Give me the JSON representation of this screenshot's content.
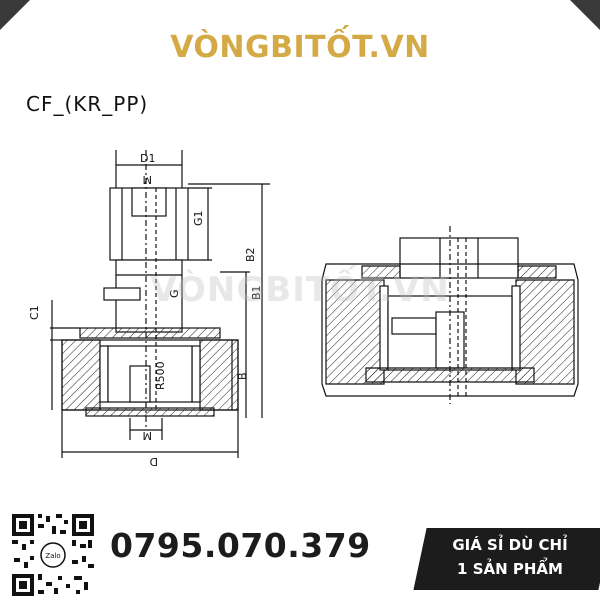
{
  "header": {
    "brand": "VÒNGBITỐT.VN"
  },
  "drawing": {
    "model_code": "CF_(KR_PP)",
    "watermark": "VÒNGBITỐT.VN",
    "dimensions": {
      "d1": "D1",
      "m_top": "M",
      "g1": "G1",
      "g": "G",
      "b2": "B2",
      "b1": "B1",
      "c1": "C1",
      "r500": "R500",
      "b": "B",
      "m_bottom": "M",
      "d": "D"
    }
  },
  "footer": {
    "phone": "0795.070.379",
    "cta_line1": "GIÁ SỈ DÙ CHỈ",
    "cta_line2": "1 SẢN PHẨM",
    "qr_center_label": "Zalo"
  },
  "colors": {
    "brand_gold": "#d4aa46",
    "dark": "#1c1c1c"
  }
}
